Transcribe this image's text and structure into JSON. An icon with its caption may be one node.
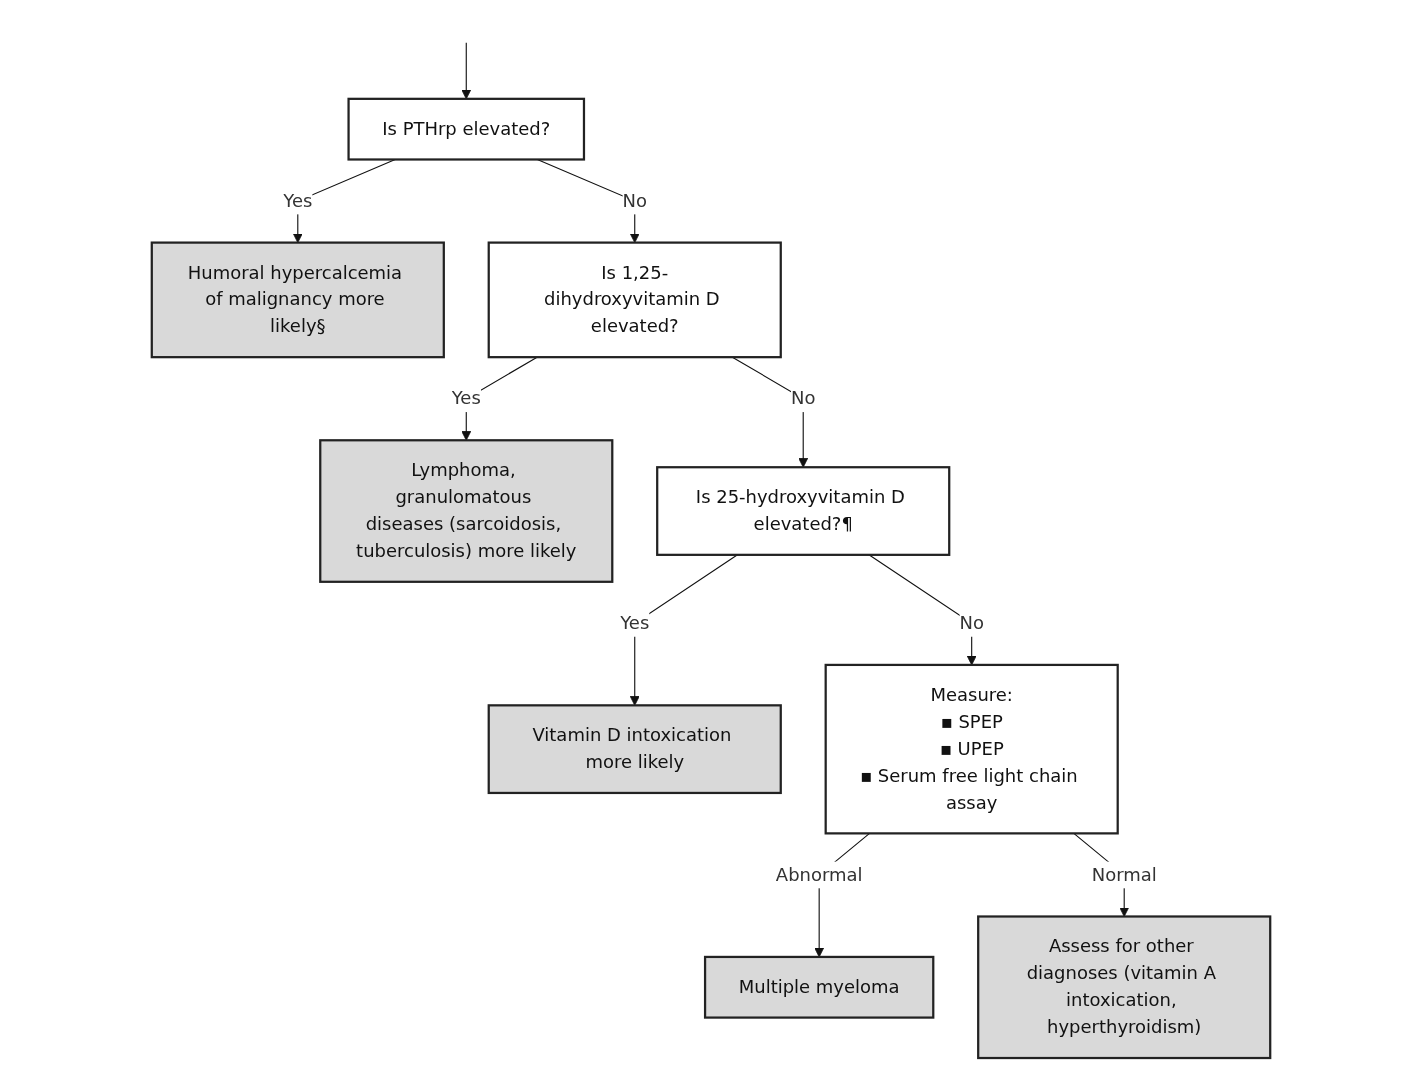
{
  "diagram": {
    "nodes": [
      {
        "text": [
          "Is PTHrp elevated?"
        ]
      },
      {
        "text": [
          "Humoral hypercalcemia of malignancy more likely§"
        ]
      },
      {
        "text": [
          "Is 1,25-dihydroxyvitamin D elevated?"
        ]
      },
      {
        "text": [
          "Lymphoma, granulomatous diseases (sarcoidosis, tuberculosis) more likely"
        ]
      },
      {
        "text": [
          "Is 25-hydroxyvitamin D elevated?¶"
        ]
      },
      {
        "text": [
          "Vitamin D intoxication more likely"
        ]
      },
      {
        "text": [
          "Measure:",
          "▪ SPEP",
          "▪ UPEP",
          "▪ Serum free light chain assay"
        ]
      },
      {
        "text": [
          "Multiple myeloma"
        ]
      },
      {
        "text": [
          "Assess for other diagnoses (vitamin A intoxication, hyperthyroidism)"
        ]
      }
    ],
    "edges": [
      {
        "from": null,
        "to": 0,
        "arrow": "to"
      },
      {
        "from": 0,
        "to": 1,
        "label": "Yes",
        "arrow": "to"
      },
      {
        "from": 0,
        "to": 2,
        "label": "No",
        "arrow": "to"
      },
      {
        "from": 2,
        "to": 3,
        "label": "Yes",
        "arrow": "to"
      },
      {
        "from": 2,
        "to": 4,
        "label": "No",
        "arrow": "to"
      },
      {
        "from": 4,
        "to": 5,
        "label": "Yes",
        "arrow": "to"
      },
      {
        "from": 4,
        "to": 6,
        "label": "No",
        "arrow": "to"
      },
      {
        "from": 6,
        "to": 7,
        "label": "Abnormal",
        "arrow": "to"
      },
      {
        "from": 6,
        "to": 8,
        "label": "Normal",
        "arrow": "to"
      }
    ]
  }
}
